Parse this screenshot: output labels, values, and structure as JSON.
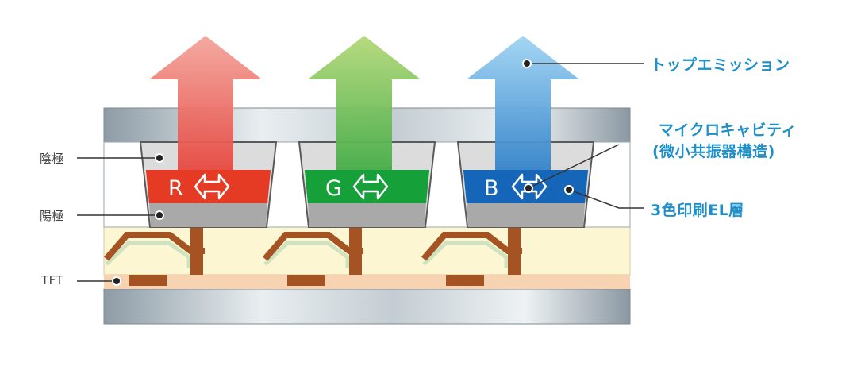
{
  "labels": {
    "cathode": "陰極",
    "anode": "陽極",
    "tft": "TFT",
    "top_emission": "トップエミッション",
    "microcavity_line1": "マイクロキャビティ",
    "microcavity_line2": "(微小共振器構造)",
    "printed_el": "3色印刷EL層"
  },
  "subpixels": [
    {
      "letter": "R",
      "color": "#e53a23",
      "arrow_top": "#f3a59c",
      "arrow_bottom": "#e4322a"
    },
    {
      "letter": "G",
      "color": "#16a03a",
      "arrow_top": "#b4d878",
      "arrow_bottom": "#2aa33c"
    },
    {
      "letter": "B",
      "color": "#1565b8",
      "arrow_top": "#9fd4f3",
      "arrow_bottom": "#1a6fc0"
    }
  ],
  "colors": {
    "callout_text": "#1e8fc9",
    "tft_layer": "#fdf6d2",
    "tft_base": "#f8d3b1",
    "tft_trace": "#a65324",
    "glass_dark": "#8e9ca6",
    "glass_light": "#eef2f4",
    "anode": "#a9a9a9",
    "cathode_fill": "#dcdcdc"
  }
}
